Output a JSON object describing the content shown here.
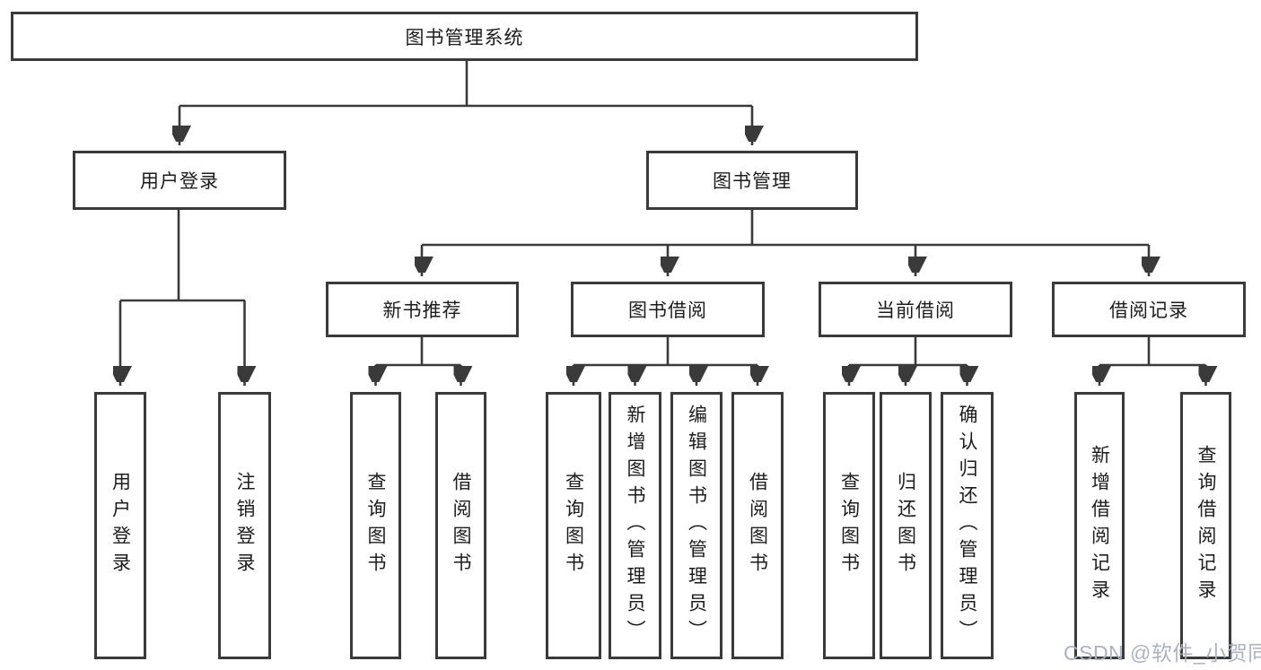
{
  "tree": {
    "root": {
      "label": "图书管理系统"
    },
    "level2": [
      {
        "label": "用户登录"
      },
      {
        "label": "图书管理"
      }
    ],
    "level3": [
      {
        "label": "新书推荐",
        "parent": "图书管理"
      },
      {
        "label": "图书借阅",
        "parent": "图书管理"
      },
      {
        "label": "当前借阅",
        "parent": "图书管理"
      },
      {
        "label": "借阅记录",
        "parent": "图书管理"
      }
    ],
    "leaves": [
      {
        "label": "用户登录",
        "parent": "用户登录"
      },
      {
        "label": "注销登录",
        "parent": "用户登录"
      },
      {
        "label": "查询图书",
        "parent": "新书推荐"
      },
      {
        "label": "借阅图书",
        "parent": "新书推荐"
      },
      {
        "label": "查询图书",
        "parent": "图书借阅"
      },
      {
        "label": "新增图书（管理员）",
        "parent": "图书借阅"
      },
      {
        "label": "编辑图书（管理员）",
        "parent": "图书借阅"
      },
      {
        "label": "借阅图书",
        "parent": "图书借阅"
      },
      {
        "label": "查询图书",
        "parent": "当前借阅"
      },
      {
        "label": "归还图书",
        "parent": "当前借阅"
      },
      {
        "label": "确认归还（管理员）",
        "parent": "当前借阅"
      },
      {
        "label": "新增借阅记录",
        "parent": "借阅记录"
      },
      {
        "label": "查询借阅记录",
        "parent": "借阅记录"
      }
    ]
  },
  "watermark": {
    "text": "CSDN @软件_小贺同学"
  },
  "colors": {
    "line": "#3a3a3a",
    "box_border": "#3a3a3a",
    "text": "#1c1c1e",
    "watermark": "#a8aeba",
    "background": "#ffffff"
  }
}
